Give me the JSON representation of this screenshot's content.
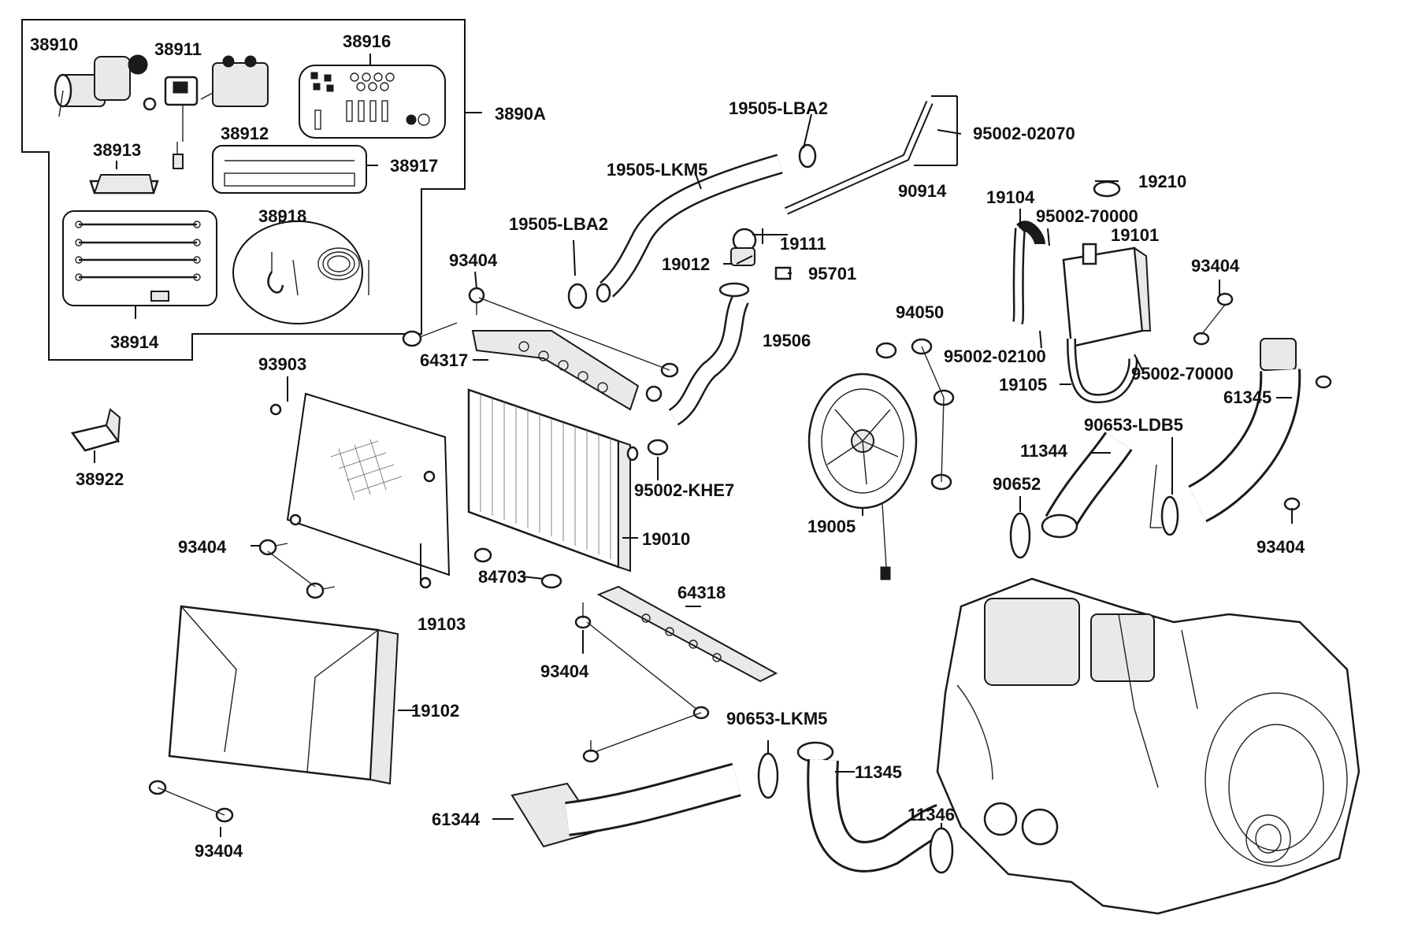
{
  "labels": {
    "38910": "38910",
    "38911": "38911",
    "38916": "38916",
    "3890A": "3890A",
    "38912": "38912",
    "38913": "38913",
    "38917": "38917",
    "38918": "38918",
    "38914": "38914",
    "38922": "38922",
    "19505_lba2_top": "19505-LBA2",
    "19505_lkm5": "19505-LKM5",
    "19505_lba2_left": "19505-LBA2",
    "95002_02070": "95002-02070",
    "90914": "90914",
    "19210": "19210",
    "19104": "19104",
    "95002_70000_top": "95002-70000",
    "19101": "19101",
    "19111": "19111",
    "19012": "19012",
    "95701": "95701",
    "93404_a": "93404",
    "93404_b": "93404",
    "93404_c": "93404",
    "93404_d": "93404",
    "93404_e": "93404",
    "93404_f": "93404",
    "64317": "64317",
    "94050": "94050",
    "19506": "19506",
    "95002_02100": "95002-02100",
    "95002_70000_b": "95002-70000",
    "19105": "19105",
    "61345": "61345",
    "93903": "93903",
    "90653_ldb5": "90653-LDB5",
    "11344": "11344",
    "90652": "90652",
    "95002_khe7": "95002-KHE7",
    "19005": "19005",
    "19010": "19010",
    "19103": "19103",
    "84703": "84703",
    "64318": "64318",
    "19102": "19102",
    "90653_lkm5": "90653-LKM5",
    "11345": "11345",
    "11346": "11346",
    "61344": "61344"
  }
}
